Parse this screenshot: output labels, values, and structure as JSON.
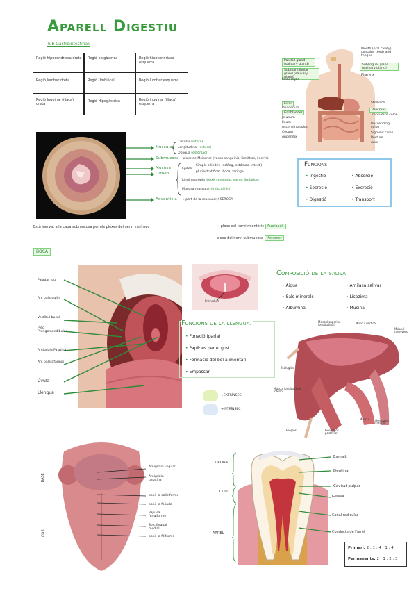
{
  "title": "Aparell Digestiu",
  "tub": {
    "heading": "Tub Gastrointestinal:",
    "regions": [
      [
        "Regió hipocondríaca dreta",
        "Regió epigàstrica",
        "Regió hipocondríaca esquerra"
      ],
      [
        "Regió lumbar dreta",
        "Regió Umbilical",
        "Regió lumbar esquerra"
      ],
      [
        "Regió Inguinal (ilíaca) dreta",
        "Regió Hipogàstrica",
        "Regió inguinal (ilíaca) esquerra"
      ]
    ]
  },
  "anatomy_labels": {
    "left": [
      "Parotid gland (salivary gland)",
      "Submandibular gland (salivary gland)",
      "Esophagus",
      "Liver",
      "Gallbladder",
      "Duodenum",
      "Jejunum",
      "Ileum",
      "Ascending colon",
      "Cecum",
      "Appendix"
    ],
    "right": [
      "Mouth (oral cavity) contains teeth and tongue",
      "Sublingual gland (salivary gland)",
      "Pharynx",
      "Stomach",
      "Pancreas",
      "Transverse colon",
      "Descending colon",
      "Sigmoid colon",
      "Rectum",
      "Anus"
    ]
  },
  "layers": {
    "muscular": "Muscular",
    "muscular_sub": [
      "Circular",
      "Longitudinal",
      "Obliqua"
    ],
    "muscular_note": [
      "(intern)",
      "(extern)",
      "(estómac)"
    ],
    "submucosa": "Submucosa",
    "submucosa_note": "→ plexe de Meissner (vasos sanguinis, limfàtics, i nervis)",
    "mucosa": "Mucosa",
    "lumen": "Lumen",
    "epiteli_a": "Epiteli",
    "epiteli_items": [
      "Simple cilíndric (esòfag, estómac, intestí)",
      "pluriestratificat (boca, faringe)"
    ],
    "lamina": "Làmina pròpia",
    "lamina_note": "(teixit conjuntiu, vasos, limfàtics)",
    "mucosa_musc": "Mucosa muscular",
    "mucosa_musc_note": "(múscul llis)",
    "adventicia": "Adventícia",
    "adventicia_note": "→ part de la muscular / SEROSA"
  },
  "funcions": {
    "heading": "Funcions:",
    "items": [
      "Ingestió",
      "Absorció",
      "Secreció",
      "Excreció",
      "Digestió",
      "Transport"
    ]
  },
  "innervacio": {
    "text": "Està inervat a la capa submucosa per els plexes del nervi intrínsec",
    "to1": "→ plexe del nervi mientèric",
    "hl1": "Auerbach",
    "to2": "plexe del nervi submucosa",
    "hl2": "Meissner"
  },
  "boca": {
    "heading": "BOCA",
    "mouth_labels": [
      "Paladar tou",
      "Arc palatoglòs",
      "Vestíbul bucal",
      "Plec Pterigomandibular",
      "Amígdala Palatina",
      "Arc palatofaringi",
      "Úvula",
      "Llengua"
    ],
    "frenulum": "Frenulum"
  },
  "saliva": {
    "heading": "Composició de la saliva:",
    "items": [
      "Aigua",
      "Amilasa salivar",
      "Sals minerals",
      "Lisozima",
      "Albumina",
      "Mucina"
    ]
  },
  "llengua": {
    "heading": "Funcions de la llengua:",
    "items": [
      "Fonació (parla)",
      "Papil·les per el gust",
      "Formació del bol alimentari",
      "Empassar"
    ],
    "legend": [
      "EXTRÍNSEC",
      "INTRÍNSEC"
    ]
  },
  "muscle_labels": [
    "Múscul superior longitudinal",
    "Múscul vertical",
    "Múscul transvers",
    "Estiloglòs",
    "Múscul longitudinal inferior",
    "Hioglòs",
    "Genioglòs posterior",
    "Múscul",
    "Genioglòs anterior"
  ],
  "tongue_labels": {
    "sides": [
      "BASE",
      "COS"
    ],
    "items": [
      "Amígdala lingual",
      "Amígdala palatina",
      "papil·la caliciforme",
      "papil·la foliada",
      "Papil·la fungiforme",
      "Solc lingual medial",
      "papil·la filiforme"
    ]
  },
  "tooth": {
    "sides": [
      "CORONA",
      "COLL",
      "ARREL"
    ],
    "labels": [
      "Esmalt",
      "Dentina",
      "Cavitat pulpar",
      "Geniva",
      "Canal radicular",
      "Conducte de l'arrel"
    ],
    "primary_label": "Primari:",
    "primary": "2 : 1 : 4 : 1 : 4",
    "permanent_label": "Permanents:",
    "permanent": "2 : 1 : 2 : 3"
  }
}
